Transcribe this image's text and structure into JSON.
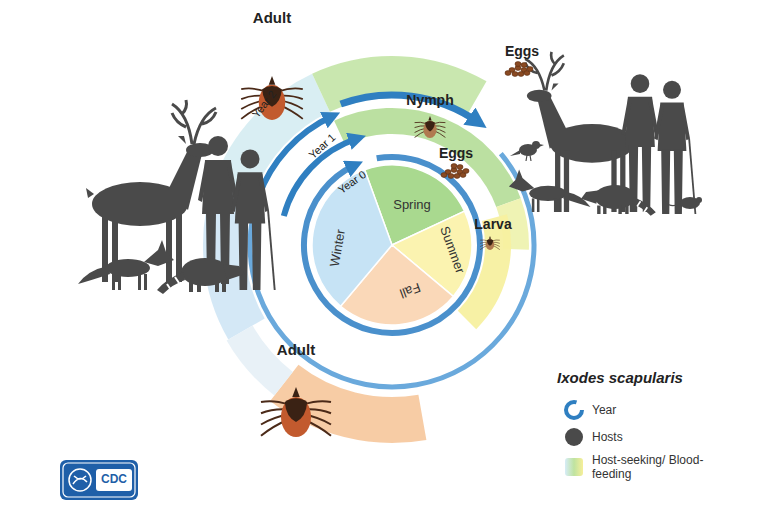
{
  "diagram": {
    "labels": [
      "Adult",
      "Eggs",
      "Nymph",
      "Year 2",
      "Year 1",
      "Year 0",
      "Eggs",
      "Spring",
      "Summer",
      "Fall",
      "Winter",
      "Larva",
      "Adult",
      "Ixodes scapularis",
      "CDC"
    ],
    "legend": [
      {
        "text": "Year"
      },
      {
        "text": "Hosts",
        "color": "#4a4a4a"
      },
      {
        "text": "Host-seeking/ Blood-feeding"
      }
    ]
  }
}
